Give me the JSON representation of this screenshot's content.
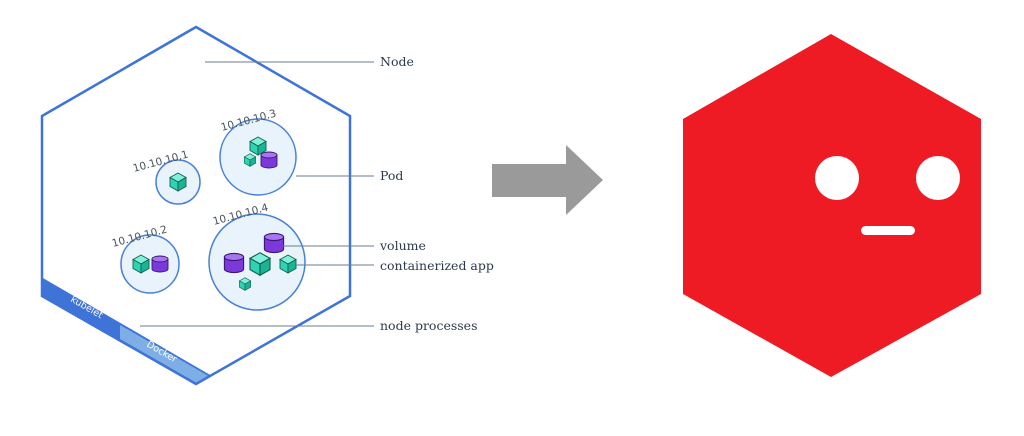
{
  "diagram": {
    "node_label": "Node",
    "pod_label": "Pod",
    "volume_label": "volume",
    "container_label": "containerized app",
    "processes_label": "node processes",
    "pods": [
      {
        "ip": "10.10.10.1"
      },
      {
        "ip": "10.10.10.2"
      },
      {
        "ip": "10.10.10.3"
      },
      {
        "ip": "10.10.10.4"
      }
    ],
    "processes": [
      {
        "name": "kubelet"
      },
      {
        "name": "Docker"
      }
    ]
  },
  "colors": {
    "node_outline": "#3e73d8",
    "pod_fill": "#e8f3fb",
    "pod_stroke": "#4a80d8",
    "container": "#2ed3b4",
    "volume": "#7b39dc",
    "kubelet_band": "#3e73d8",
    "docker_band": "#7eaee6",
    "arrow": "#9a9a9a",
    "error_hex": "#ee1b24",
    "face": "#ffffff"
  },
  "icons": {
    "arrow": "right-arrow-icon",
    "error": "sad-hexagon-icon"
  }
}
